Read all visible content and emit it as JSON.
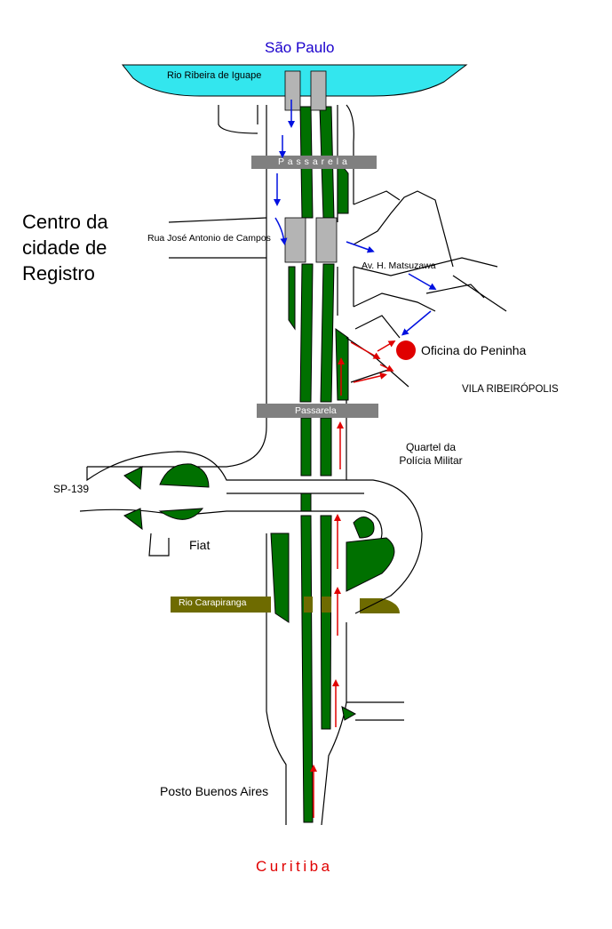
{
  "map": {
    "destinations": {
      "north": "São Paulo",
      "south": "Curitiba"
    },
    "city_center_label": "Centro da cidade de Registro",
    "rivers": {
      "north": "Rio Ribeira de Iguape",
      "south": "Rio Carapiranga"
    },
    "footbridges": {
      "north": "P a s s a r e l a",
      "south": "Passarela"
    },
    "streets": {
      "rua": "Rua José Antonio de Campos",
      "avenida": "Av. H. Matsuzawa",
      "highway": "SP-139"
    },
    "places": {
      "destination": "Oficina do Peninha",
      "neighborhood": "VILA RIBEIRÓPOLIS",
      "quartel": "Quartel da Polícia Militar",
      "fiat": "Fiat",
      "posto": "Posto Buenos Aires"
    },
    "colors": {
      "road_outline": "#000000",
      "median": "#007000",
      "river_north": "#33e6ee",
      "river_south": "#6e6b00",
      "footbridge": "#808080",
      "arrow_north": "#e00000",
      "arrow_south": "#0010e0",
      "marker": "#e00000"
    }
  }
}
